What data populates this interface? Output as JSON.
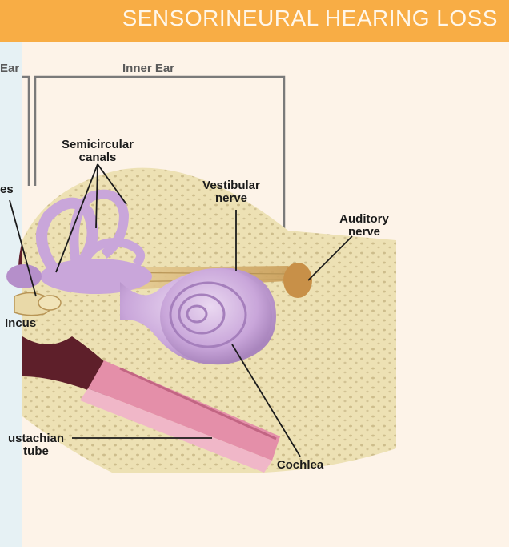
{
  "title": "SENSORINEURAL HEARING LOSS",
  "regions": {
    "middle_ear_partial": "Ear",
    "inner_ear": "Inner Ear"
  },
  "labels": {
    "semicircular_canals": "Semicircular\ncanals",
    "ossicles_partial": "es",
    "vestibular_nerve": "Vestibular\nnerve",
    "auditory_nerve": "Auditory\nnerve",
    "incus": "Incus",
    "eustachian_tube": "ustachian\ntube",
    "cochlea": "Cochlea"
  },
  "colors": {
    "title_bar": "#f8ad45",
    "bone": "#ede1b4",
    "labyrinth": "#c9a6da",
    "middle_ear_cavity": "#5e1f2a",
    "eustachian_tube": "#e48fa9",
    "nerve": "#dcc28a"
  }
}
